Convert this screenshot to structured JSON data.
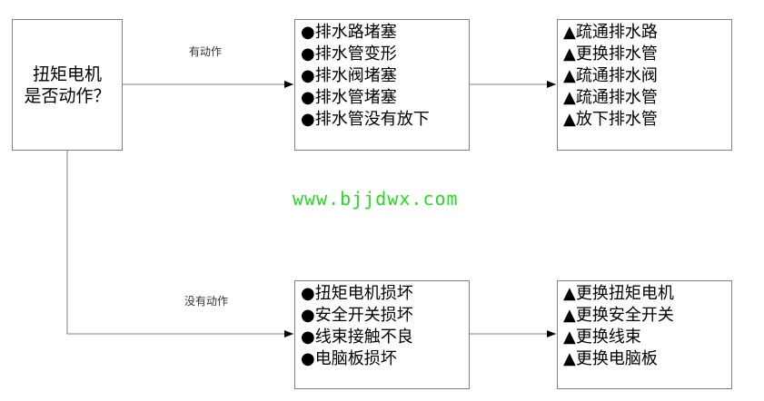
{
  "question": {
    "line1": "扭矩电机",
    "line2": "是否动作？"
  },
  "branch_yes_label": "有动作",
  "branch_no_label": "没有动作",
  "causes_yes": [
    "●排水路堵塞",
    "●排水管变形",
    "●排水阀堵塞",
    "●排水管堵塞",
    "●排水管没有放下"
  ],
  "fixes_yes": [
    "▲疏通排水路",
    "▲更换排水管",
    "▲疏通排水阀",
    "▲疏通排水管",
    "▲放下排水管"
  ],
  "causes_no": [
    "●扭矩电机损坏",
    "●安全开关损坏",
    "●线束接触不良",
    "●电脑板损坏"
  ],
  "fixes_no": [
    "▲更换扭矩电机",
    "▲更换安全开关",
    "▲更换线束",
    "▲更换电脑板"
  ],
  "watermark": "www.bjjdwx.com"
}
